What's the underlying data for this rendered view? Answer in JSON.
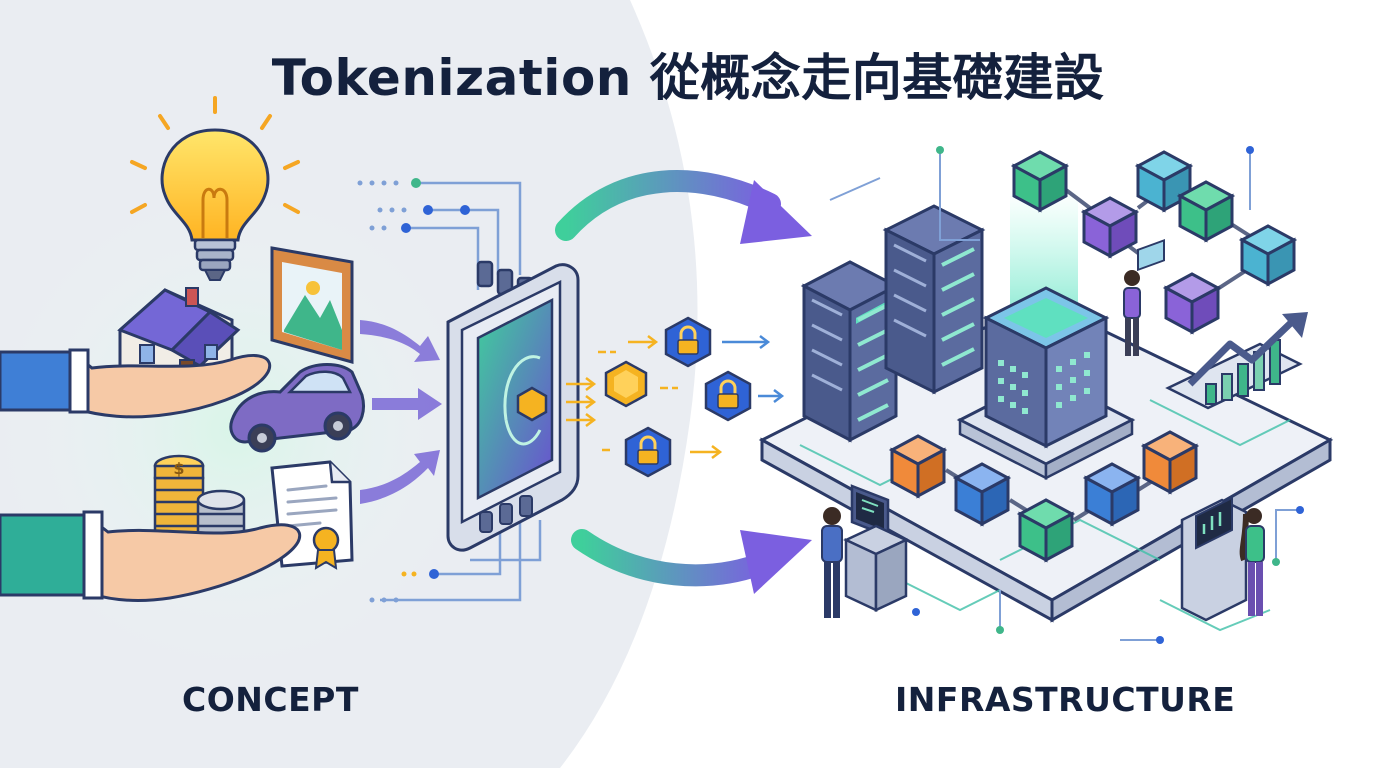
{
  "title": "Tokenization 從概念走向基礎建設",
  "labels": {
    "concept": "CONCEPT",
    "infrastructure": "INFRASTRUCTURE"
  },
  "icons": {
    "asset_coins": "$"
  },
  "colors": {
    "title_text": "#14213d",
    "concept_bg": "#eaedf2",
    "flow_arrow_start": "#3fcf9b",
    "flow_arrow_end": "#7b5fe0",
    "token_hex": "#f5b321",
    "lock_hex": "#2f63d6",
    "server": "#4a5a8c",
    "block_green": "#3dc089",
    "block_purple": "#8a63d8",
    "block_orange": "#f08a3a",
    "block_blue": "#3b7fd6"
  }
}
